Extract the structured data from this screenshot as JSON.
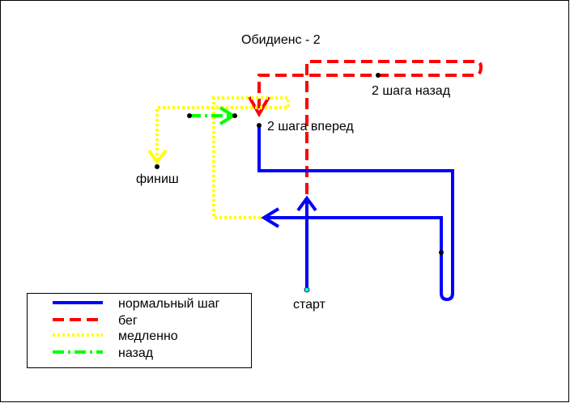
{
  "title": "Обидиенс - 2",
  "labels": {
    "back_two": "2 шага назад",
    "forward_two": "2 шага вперед",
    "finish": "финиш",
    "start": "старт"
  },
  "legend": [
    {
      "label": "нормальный шаг",
      "style": "solid",
      "color": "#0000ff"
    },
    {
      "label": "бег",
      "style": "dashed",
      "color": "#ff0000"
    },
    {
      "label": "медленно",
      "style": "dotted",
      "color": "#ffff00"
    },
    {
      "label": "назад",
      "style": "dash-dot",
      "color": "#00ff00"
    }
  ],
  "colors": {
    "normal": "#0000ff",
    "run": "#ff0000",
    "slow": "#ffff00",
    "back": "#00ff00",
    "frame": "#000000"
  }
}
